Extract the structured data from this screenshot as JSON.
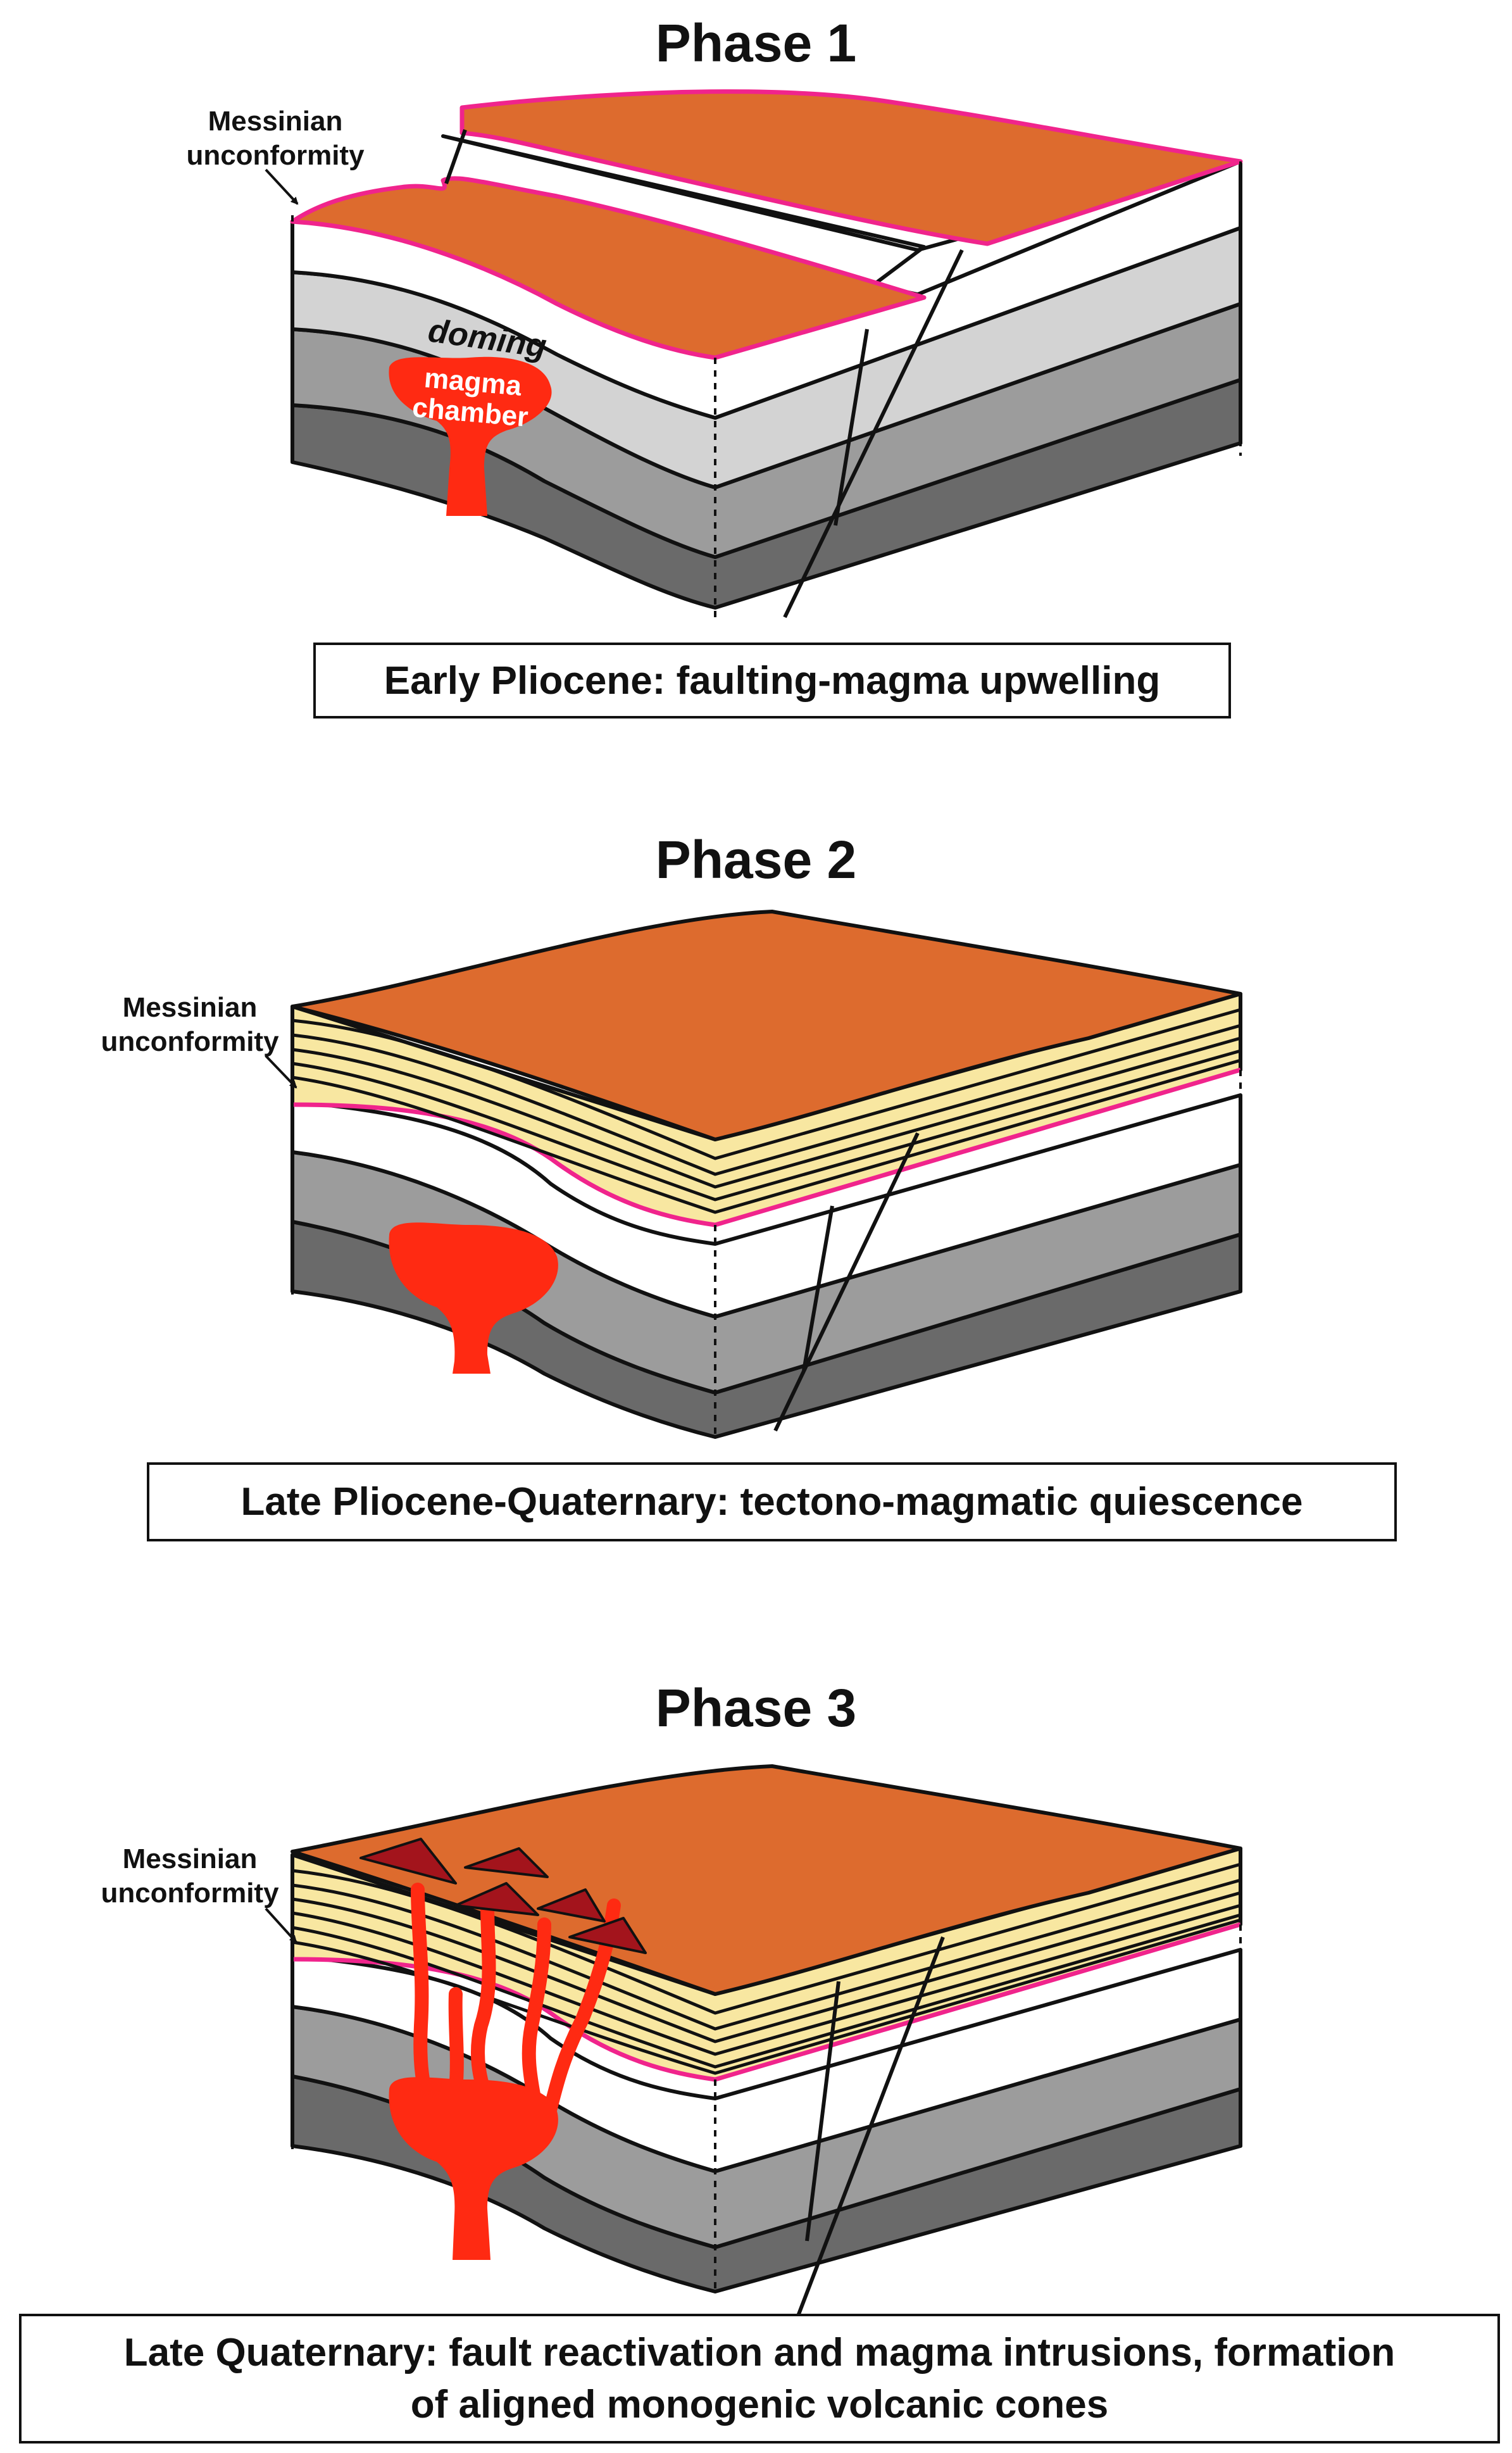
{
  "phases": [
    {
      "title": "Phase 1",
      "msn_line1": "Messinian",
      "msn_line2": "unconformity",
      "caption": "Early Pliocene: faulting-magma upwelling",
      "label_doming": "doming",
      "label_magma_line1": "magma",
      "label_magma_line2": "chamber"
    },
    {
      "title": "Phase 2",
      "msn_line1": "Messinian",
      "msn_line2": "unconformity",
      "caption": "Late Pliocene-Quaternary: tectono-magmatic quiescence"
    },
    {
      "title": "Phase 3",
      "msn_line1": "Messinian",
      "msn_line2": "unconformity",
      "caption_line1": "Late Quaternary: fault reactivation and magma intrusions, formation",
      "caption_line2": "of  aligned monogenic volcanic cones"
    }
  ],
  "colors": {
    "top_surface": "#DD6B2E",
    "unconformity": "#F0248C",
    "pliocene_sediments": "#F8E7A1",
    "layer_white": "#FFFFFF",
    "layer_light_gray": "#D3D3D3",
    "layer_mid_gray": "#9C9C9C",
    "layer_dark_gray": "#6A6A6A",
    "magma": "#FF2A12",
    "volcanic_cones": "#A3141C"
  }
}
